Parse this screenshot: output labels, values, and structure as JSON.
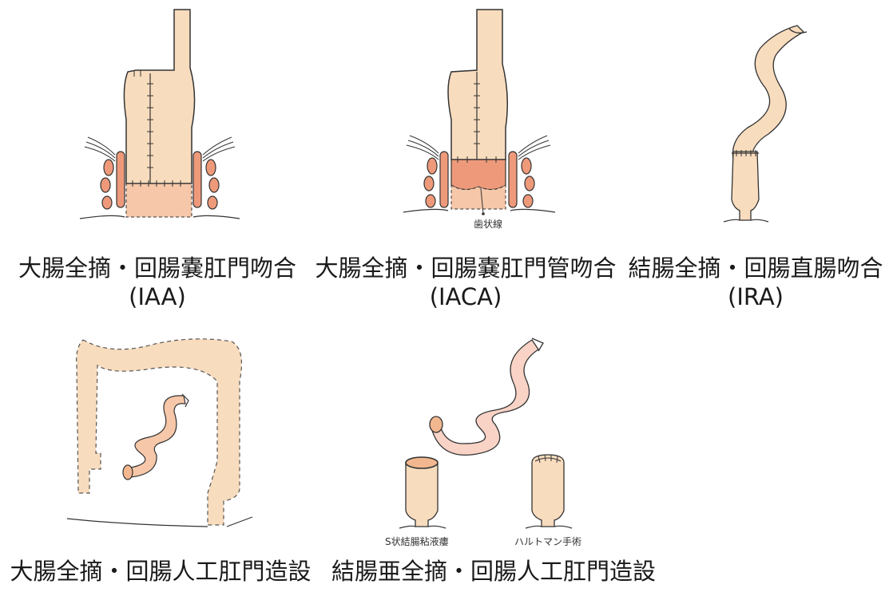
{
  "figure": {
    "panels": [
      {
        "id": "iaa",
        "caption_main": "大腸全摘・回腸嚢肛門吻合",
        "caption_sub": "(IAA)"
      },
      {
        "id": "iaca",
        "caption_main": "大腸全摘・回腸嚢肛門管吻合",
        "caption_sub": "(IACA)",
        "annotation": "歯状線"
      },
      {
        "id": "ira",
        "caption_main": "結腸全摘・回腸直腸吻合",
        "caption_sub": "(IRA)"
      },
      {
        "id": "ileostomy",
        "caption_main": "大腸全摘・回腸人工肛門造設"
      },
      {
        "id": "subtotal",
        "caption_main": "結腸亜全摘・回腸人工肛門造設",
        "label_left": "S状結腸粘液瘻",
        "label_right": "ハルトマン手術"
      }
    ],
    "colors": {
      "tissue": "#f8dcbe",
      "tissue_dark": "#f2b78f",
      "muscle": "#ee9a7a",
      "pouch_band": "#f6c7a9",
      "outline": "#333333"
    }
  }
}
